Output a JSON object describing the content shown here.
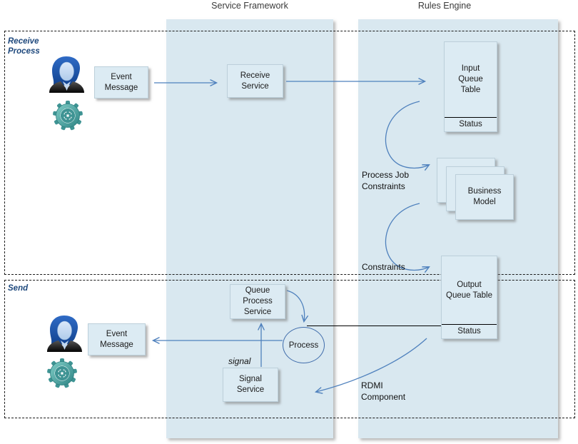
{
  "headers": {
    "service_framework": "Service Framework",
    "rules_engine": "Rules Engine"
  },
  "lanes": {
    "receive_process": "Receive Process",
    "send": "Send"
  },
  "nodes": {
    "event_message_top": "Event Message",
    "receive_service": "Receive Service",
    "input_queue_table": "Input Queue Table",
    "input_queue_status": "Status",
    "business_model": "Business Model",
    "output_queue_table": "Output Queue Table",
    "output_queue_status": "Status",
    "queue_process_service": "Queue Process Service",
    "process": "Process",
    "signal_service": "Signal Service",
    "event_message_bottom": "Event Message"
  },
  "annotations": {
    "process_job_constraints": "Process Job Constraints",
    "constraints": "Constraints",
    "signal": "signal",
    "rdmi_component": "RDMI Component"
  },
  "icons": {
    "receive_actor": "person-icon",
    "receive_gear": "gear-icon",
    "send_actor": "person-icon",
    "send_gear": "gear-icon"
  },
  "colors": {
    "column_fill": "#d9e8f0",
    "node_fill": "#dcebf3",
    "connector_blue": "#4f81bd",
    "circle_stroke": "#3f6cab",
    "lane_label_blue": "#1f497d",
    "gear_teal": "#3f9494",
    "hair_blue": "#1b56ad",
    "divider_black": "#000000"
  }
}
